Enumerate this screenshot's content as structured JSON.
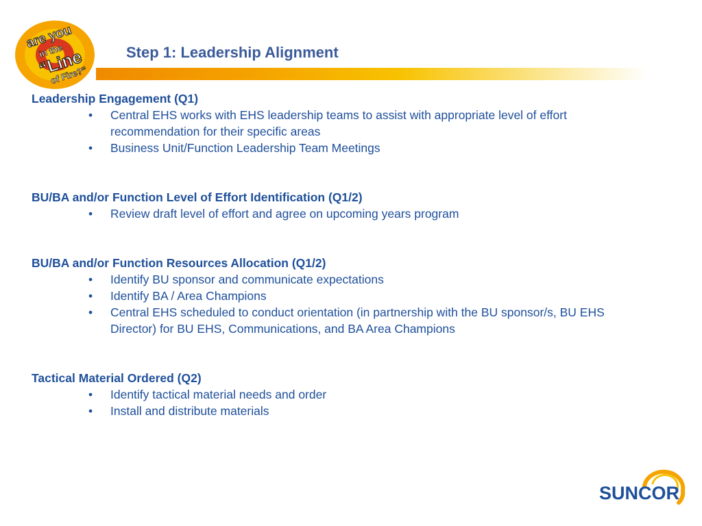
{
  "logo": {
    "line1": "are you",
    "line2": "in the",
    "line3": "“Line",
    "line4": "of Fire?”"
  },
  "title": "Step 1: Leadership Alignment",
  "sections": [
    {
      "heading": "Leadership Engagement (Q1)",
      "bullets": [
        "Central EHS works with EHS leadership teams to assist with appropriate level of effort recommendation for their specific areas",
        "Business Unit/Function Leadership Team Meetings"
      ]
    },
    {
      "heading": "BU/BA and/or Function Level of Effort Identification (Q1/2)",
      "bullets": [
        "Review draft level of effort and agree on upcoming years program"
      ]
    },
    {
      "heading": "BU/BA and/or Function Resources Allocation (Q1/2)",
      "bullets": [
        "Identify BU sponsor and communicate expectations",
        "Identify BA / Area Champions",
        "Central EHS scheduled to conduct orientation (in partnership with the BU sponsor/s, BU EHS Director) for BU EHS, Communications, and BA  Area Champions"
      ]
    },
    {
      "heading": "Tactical Material Ordered (Q2)",
      "bullets": [
        "Identify tactical material needs and order",
        "Install and distribute materials"
      ]
    }
  ],
  "brand": {
    "name": "SUNCOR",
    "colors": {
      "navy": "#1e4f9a",
      "title_blue": "#3a5a9a",
      "orange": "#f08a00",
      "yellow": "#f8c200",
      "logo_red": "#d9381e"
    }
  }
}
